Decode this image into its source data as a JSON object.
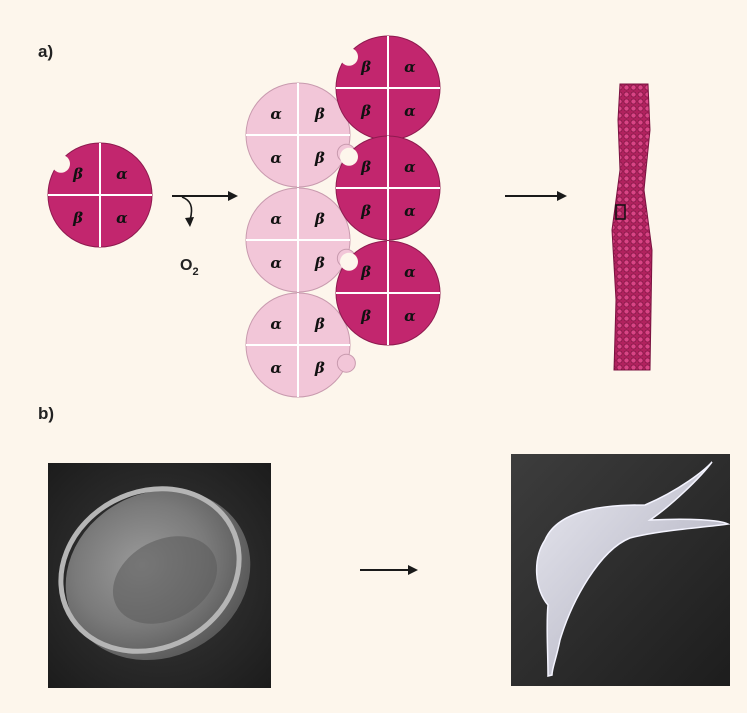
{
  "figure": {
    "panel_a_label": "a)",
    "panel_b_label": "b)",
    "oxygen_label": "O",
    "oxygen_subscript": "2",
    "alpha": "α",
    "beta": "β"
  },
  "colors": {
    "background": "#fdf6ec",
    "deoxy_subunit": "#c2266e",
    "polymer_light_subunit": "#f2c6d8",
    "fiber": "#b0225e",
    "arrow": "#1a1a1a"
  },
  "icons": [
    "arrow-right-icon",
    "curved-arrow-down-icon"
  ]
}
